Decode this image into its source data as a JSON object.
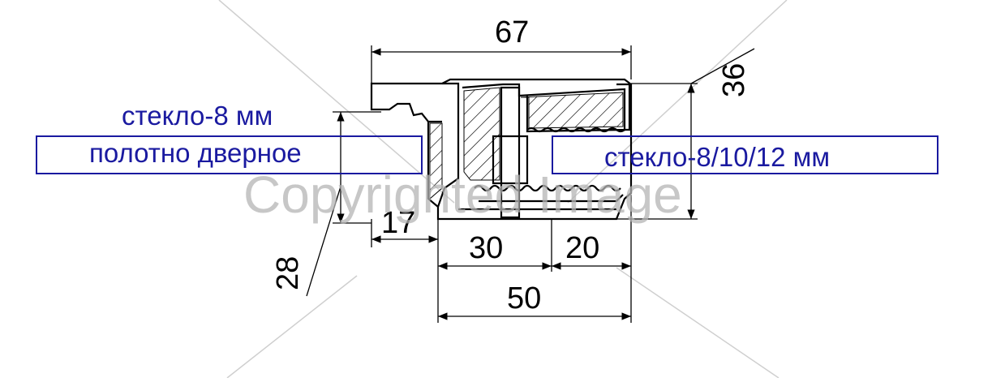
{
  "dimensions": {
    "overall_width": "67",
    "height": "36",
    "panel_offset": "17",
    "door_height": "28",
    "base_left": "30",
    "base_right": "20",
    "base_total": "50"
  },
  "labels": {
    "glass_door_thickness": "стекло-8 мм",
    "door_leaf": "полотно дверное",
    "glass_range": "стекло-8/10/12 мм"
  },
  "watermark": "Copyrighted Image",
  "colors": {
    "label_text": "#1a1aa0",
    "label_frame": "#1a1aa0",
    "drawing_lines": "#000000",
    "watermark": "#b4b4b4"
  }
}
